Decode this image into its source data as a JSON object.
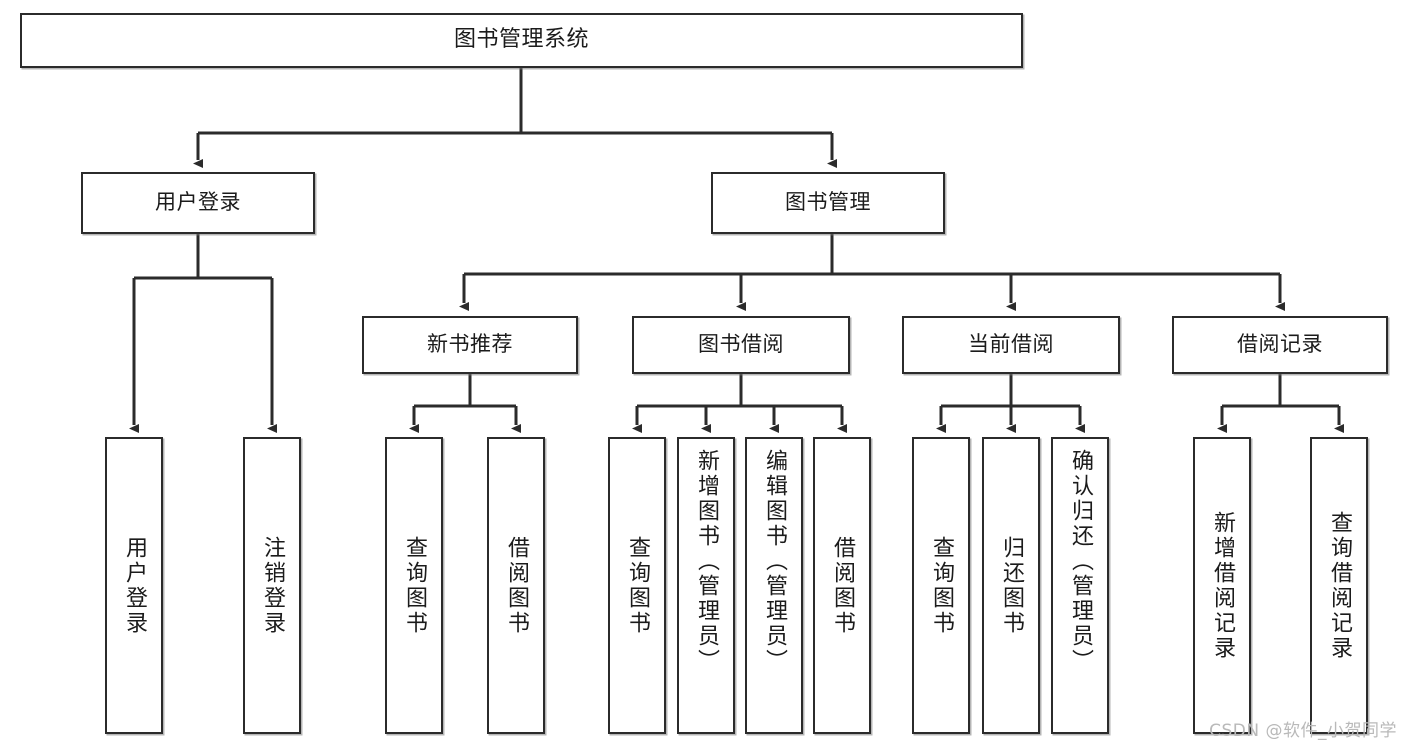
{
  "diagram": {
    "title": "图书管理系统",
    "type": "tree-hierarchy",
    "root": {
      "id": "root",
      "label": "图书管理系统",
      "orientation": "horizontal"
    },
    "level2": [
      {
        "id": "user-login",
        "label": "用户登录",
        "orientation": "horizontal"
      },
      {
        "id": "book-management",
        "label": "图书管理",
        "orientation": "horizontal"
      }
    ],
    "level3": [
      {
        "id": "new-book-recommend",
        "label": "新书推荐",
        "orientation": "horizontal",
        "parent": "book-management"
      },
      {
        "id": "book-borrow",
        "label": "图书借阅",
        "orientation": "horizontal",
        "parent": "book-management"
      },
      {
        "id": "current-borrow",
        "label": "当前借阅",
        "orientation": "horizontal",
        "parent": "book-management"
      },
      {
        "id": "borrow-record",
        "label": "借阅记录",
        "orientation": "horizontal",
        "parent": "book-management"
      }
    ],
    "leaves": [
      {
        "id": "leaf-user-login",
        "label": "用户登录",
        "parent": "user-login",
        "orientation": "vertical"
      },
      {
        "id": "leaf-user-logout",
        "label": "注销登录",
        "parent": "user-login",
        "orientation": "vertical"
      },
      {
        "id": "leaf-query-book-1",
        "label": "查询图书",
        "parent": "new-book-recommend",
        "orientation": "vertical"
      },
      {
        "id": "leaf-borrow-book-1",
        "label": "借阅图书",
        "parent": "new-book-recommend",
        "orientation": "vertical"
      },
      {
        "id": "leaf-query-book-2",
        "label": "查询图书",
        "parent": "book-borrow",
        "orientation": "vertical"
      },
      {
        "id": "leaf-add-book",
        "label": "新增图书（管理员）",
        "parent": "book-borrow",
        "orientation": "vertical"
      },
      {
        "id": "leaf-edit-book",
        "label": "编辑图书（管理员）",
        "parent": "book-borrow",
        "orientation": "vertical"
      },
      {
        "id": "leaf-borrow-book-2",
        "label": "借阅图书",
        "parent": "book-borrow",
        "orientation": "vertical"
      },
      {
        "id": "leaf-query-book-3",
        "label": "查询图书",
        "parent": "current-borrow",
        "orientation": "vertical"
      },
      {
        "id": "leaf-return-book",
        "label": "归还图书",
        "parent": "current-borrow",
        "orientation": "vertical"
      },
      {
        "id": "leaf-confirm-return",
        "label": "确认归还（管理员）",
        "parent": "current-borrow",
        "orientation": "vertical"
      },
      {
        "id": "leaf-add-record",
        "label": "新增借阅记录",
        "parent": "borrow-record",
        "orientation": "vertical"
      },
      {
        "id": "leaf-query-record",
        "label": "查询借阅记录",
        "parent": "borrow-record",
        "orientation": "vertical"
      }
    ],
    "colors": {
      "box_border": "#2b2b2b",
      "box_fill": "#ffffff",
      "connector": "#2b2b2b",
      "text": "#1b1b1b",
      "watermark": "#b9b9b9",
      "background": "#ffffff"
    }
  },
  "watermark": {
    "text": "CSDN @软件_小贺同学"
  }
}
